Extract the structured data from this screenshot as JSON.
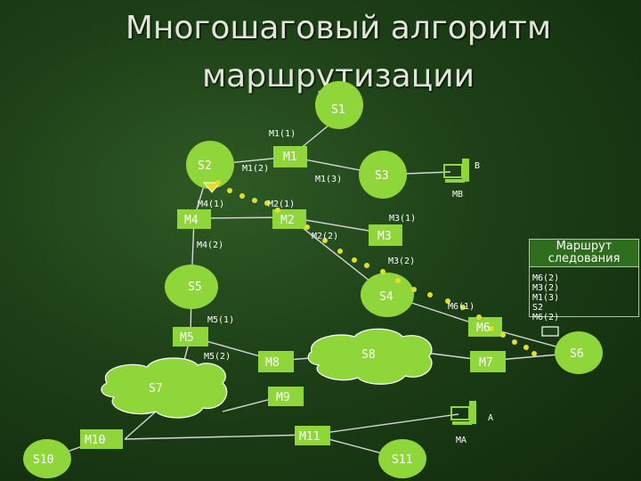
{
  "title": {
    "line1": "Многошаговый алгоритм",
    "line2": "маршрутизации"
  },
  "colors": {
    "background": "#1d3f17",
    "node": "#8ed63a",
    "edge": "#d7d7d7",
    "route": "#e0e02a",
    "terminal": "#8ed63a"
  },
  "nodes": {
    "S1": "S1",
    "S2": "S2",
    "S3": "S3",
    "S4": "S4",
    "S5": "S5",
    "S6": "S6",
    "S7": "S7",
    "S8": "S8",
    "S10": "S10",
    "S11": "S11",
    "M1": "M1",
    "M2": "M2",
    "M3": "M3",
    "M4": "M4",
    "M5": "M5",
    "M6": "M6",
    "M7": "M7",
    "M8": "M8",
    "M9": "M9",
    "M10": "M10",
    "M11": "M11"
  },
  "labels": {
    "m1_1": "M1(1)",
    "m1_2": "M1(2)",
    "m1_3": "M1(3)",
    "m2_1": "M2(1)",
    "m2_2": "M2(2)",
    "m3_1": "M3(1)",
    "m3_2": "M3(2)",
    "m4_1": "M4(1)",
    "m4_2": "M4(2)",
    "m5_1": "M5(1)",
    "m5_2": "M5(2)",
    "m6_1": "M6(1)",
    "b": "B",
    "mb": "MB",
    "a": "A",
    "ma": "MA"
  },
  "route": {
    "title": "Маршрут следования",
    "items": [
      "M6(2)",
      "M3(2)",
      "M1(3)",
      "S2",
      "M6(2)"
    ]
  }
}
